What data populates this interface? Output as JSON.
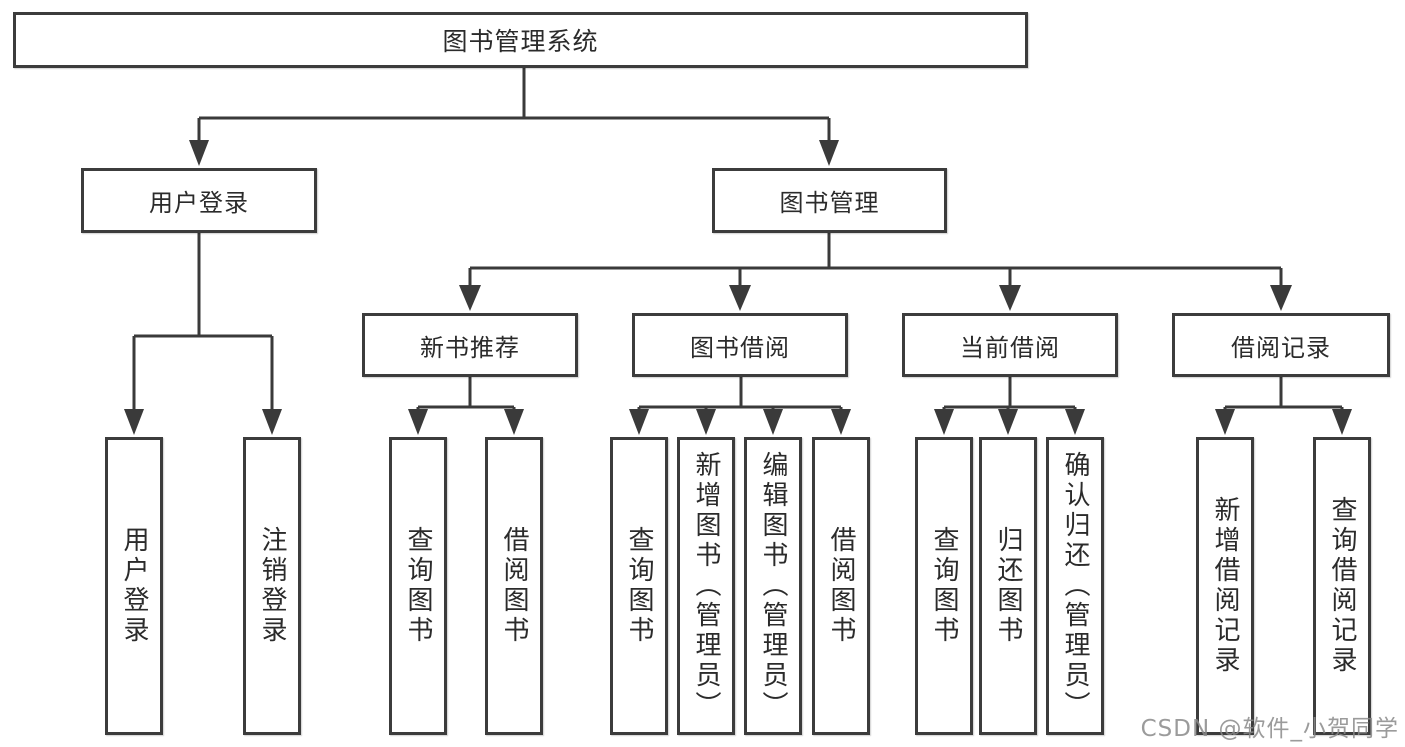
{
  "tree": {
    "root": {
      "label": "图书管理系统"
    },
    "branches": [
      {
        "label": "用户登录",
        "children": [
          {
            "label": "用户登录"
          },
          {
            "label": "注销登录"
          }
        ]
      },
      {
        "label": "图书管理",
        "children": [
          {
            "label": "新书推荐",
            "children": [
              {
                "label": "查询图书"
              },
              {
                "label": "借阅图书"
              }
            ]
          },
          {
            "label": "图书借阅",
            "children": [
              {
                "label": "查询图书"
              },
              {
                "label": "新增图书（管理员）"
              },
              {
                "label": "编辑图书（管理员）"
              },
              {
                "label": "借阅图书"
              }
            ]
          },
          {
            "label": "当前借阅",
            "children": [
              {
                "label": "查询图书"
              },
              {
                "label": "归还图书"
              },
              {
                "label": "确认归还（管理员）"
              }
            ]
          },
          {
            "label": "借阅记录",
            "children": [
              {
                "label": "新增借阅记录"
              },
              {
                "label": "查询借阅记录"
              }
            ]
          }
        ]
      }
    ]
  },
  "watermark": {
    "text": "CSDN @软件_小贺同学"
  },
  "colors": {
    "background": "#ffffff",
    "line": "#3a3a3a",
    "box_border": "#3c3c3c",
    "text": "#2b2b2b",
    "watermark": "#8a8a8a"
  }
}
